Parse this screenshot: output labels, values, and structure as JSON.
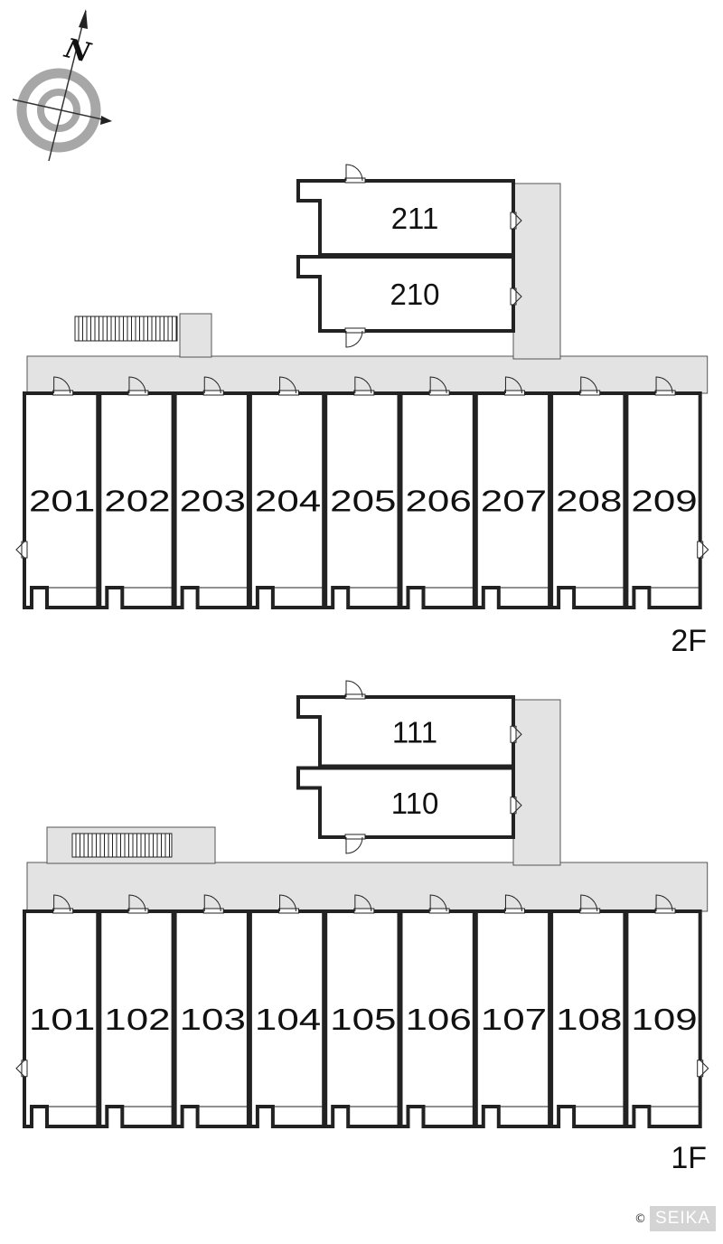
{
  "compass": {
    "north_label": "N"
  },
  "floors": [
    {
      "label": "2F",
      "row_units": [
        "201",
        "202",
        "203",
        "204",
        "205",
        "206",
        "207",
        "208",
        "209"
      ],
      "stack_units": [
        "211",
        "210"
      ]
    },
    {
      "label": "1F",
      "row_units": [
        "101",
        "102",
        "103",
        "104",
        "105",
        "106",
        "107",
        "108",
        "109"
      ],
      "stack_units": [
        "111",
        "110"
      ]
    }
  ],
  "copyright": {
    "symbol": "©",
    "brand": "SEIKA"
  }
}
